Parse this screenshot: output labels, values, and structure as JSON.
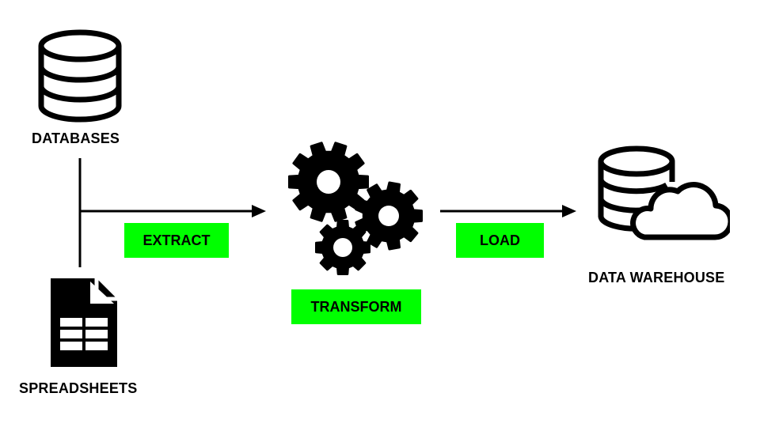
{
  "nodes": {
    "databases": {
      "label": "DATABASES",
      "icon": "database-icon"
    },
    "spreadsheets": {
      "label": "SPREADSHEETS",
      "icon": "spreadsheet-icon"
    },
    "transform": {
      "label": "TRANSFORM",
      "icon": "gears-icon"
    },
    "warehouse": {
      "label": "DATA WAREHOUSE",
      "icon": "cloud-database-icon"
    }
  },
  "steps": {
    "extract": "EXTRACT",
    "load": "LOAD"
  },
  "colors": {
    "accent": "#00ff00",
    "ink": "#000000",
    "background": "#ffffff"
  }
}
